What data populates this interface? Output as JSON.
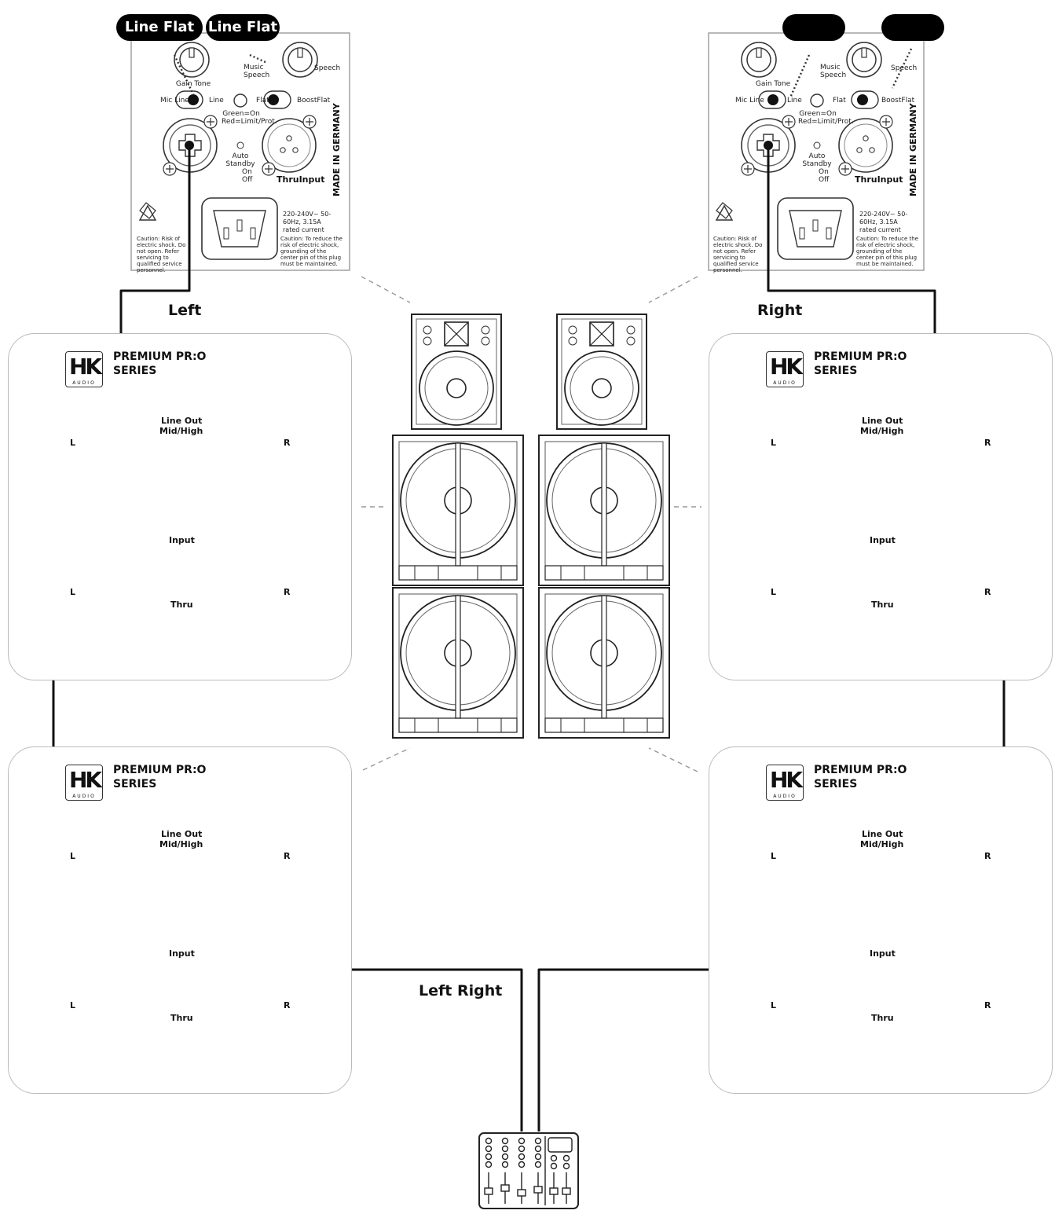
{
  "amp_panels": {
    "top_left": {
      "pills": [
        "Line Flat",
        "Line Flat"
      ],
      "gain_label": "Gain Tone",
      "voicing_label": "Music Speech",
      "speech_label": "Speech",
      "mic_line_label": "Mic Line",
      "line_label": "Line",
      "flat_label": "Flat",
      "boost_label": "BoostFlat",
      "status_label": "Green=On Red=Limit/Prot.",
      "auto_standby_label": "Auto Standby",
      "on_label": "On",
      "off_label": "Off",
      "thru_input_label": "ThruInput",
      "made_in_label": "MADE IN GERMANY",
      "power_spec": "220-240V~ 50-60Hz, 3.15A rated current",
      "warning_left": "Caution: Risk of electric shock. Do not open. Refer servicing to qualified service personnel.",
      "warning_right": "Caution: To reduce the risk of electric shock, grounding of the center pin of this plug must be maintained."
    },
    "top_right": {
      "pills": [
        "",
        ""
      ],
      "gain_label": "Gain Tone",
      "voicing_label": "Music Speech",
      "speech_label": "Speech",
      "mic_line_label": "Mic Line",
      "line_label": "Line",
      "flat_label": "Flat",
      "boost_label": "BoostFlat",
      "status_label": "Green=On Red=Limit/Prot.",
      "auto_standby_label": "Auto Standby",
      "on_label": "On",
      "off_label": "Off",
      "thru_input_label": "ThruInput",
      "made_in_label": "MADE IN GERMANY",
      "power_spec": "220-240V~ 50-60Hz, 3.15A rated current",
      "warning_left": "Caution: Risk of electric shock. Do not open. Refer servicing to qualified service personnel.",
      "warning_right": "Caution: To reduce the risk of electric shock, grounding of the center pin of this plug must be maintained."
    }
  },
  "labels": {
    "left": "Left",
    "right": "Right",
    "left_right": "Left Right"
  },
  "sub_panels": [
    {
      "id": "ul",
      "brand": "PREMIUM PR:O",
      "series": "SERIES",
      "line_out": "Line Out",
      "mid_high": "Mid/High",
      "input": "Input",
      "thru": "Thru",
      "l": "L",
      "r": "R",
      "logo_sub": "AUDIO"
    },
    {
      "id": "ur",
      "brand": "PREMIUM PR:O",
      "series": "SERIES",
      "line_out": "Line Out",
      "mid_high": "Mid/High",
      "input": "Input",
      "thru": "Thru",
      "l": "L",
      "r": "R",
      "logo_sub": "AUDIO"
    },
    {
      "id": "ll",
      "brand": "PREMIUM PR:O",
      "series": "SERIES",
      "line_out": "Line Out",
      "mid_high": "Mid/High",
      "input": "Input",
      "thru": "Thru",
      "l": "L",
      "r": "R",
      "logo_sub": "AUDIO"
    },
    {
      "id": "lr",
      "brand": "PREMIUM PR:O",
      "series": "SERIES",
      "line_out": "Line Out",
      "mid_high": "Mid/High",
      "input": "Input",
      "thru": "Thru",
      "l": "L",
      "r": "R",
      "logo_sub": "AUDIO"
    }
  ],
  "icons": [
    "speaker-stack-icon",
    "mixer-console-icon",
    "xlr-connector-icon",
    "combo-connector-icon",
    "power-inlet-icon",
    "knob-icon"
  ]
}
